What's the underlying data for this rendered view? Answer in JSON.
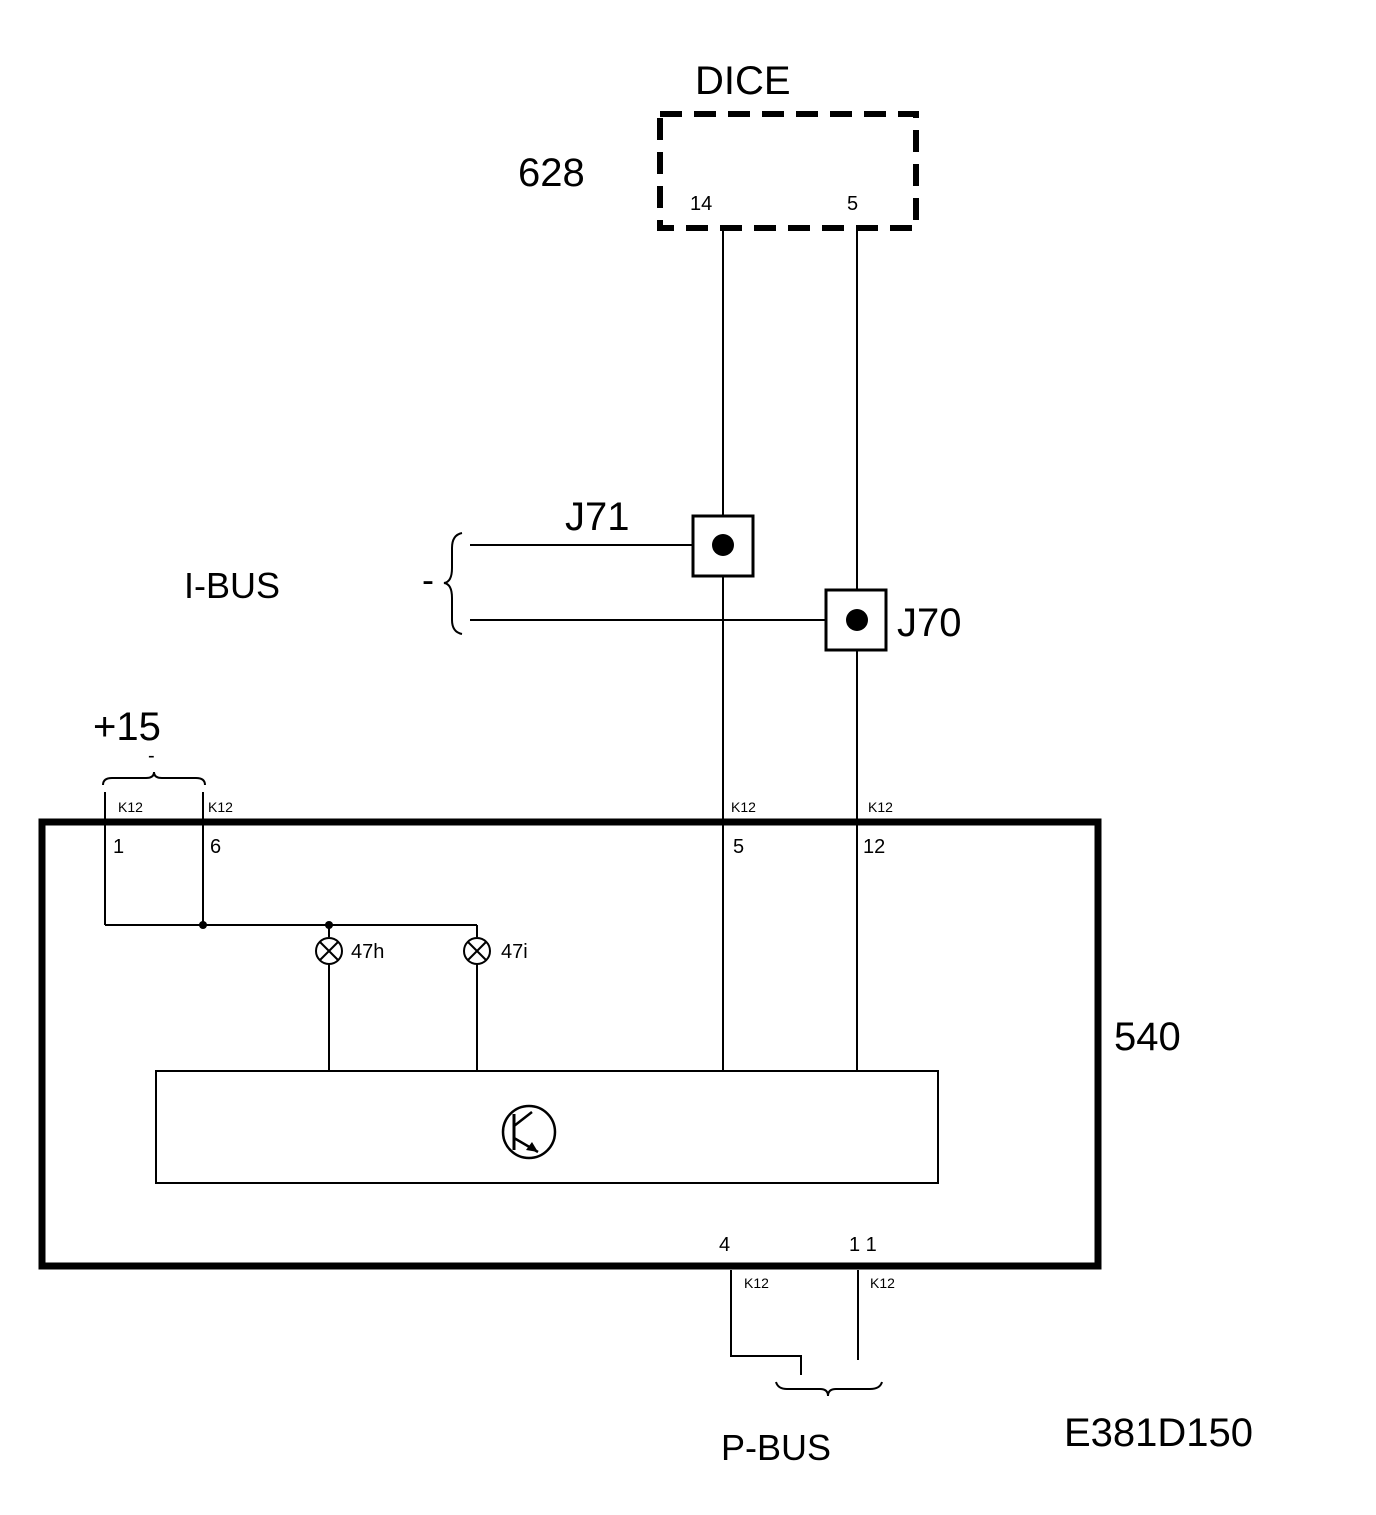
{
  "diagram_id": "E381D150",
  "dice": {
    "title": "DICE",
    "number": "628",
    "pins": [
      "14",
      "5"
    ]
  },
  "ibus": {
    "label": "I-BUS",
    "minus": "-",
    "junctions": [
      "J71",
      "J70"
    ]
  },
  "supply": {
    "label": "+15",
    "minus": "-"
  },
  "module": {
    "number": "540",
    "connector": "K12",
    "top_pins": [
      "1",
      "6",
      "5",
      "12"
    ],
    "bottom_pins": [
      "4",
      "1 1"
    ],
    "lamps": [
      "47h",
      "47i"
    ]
  },
  "pbus": {
    "label": "P-BUS"
  }
}
